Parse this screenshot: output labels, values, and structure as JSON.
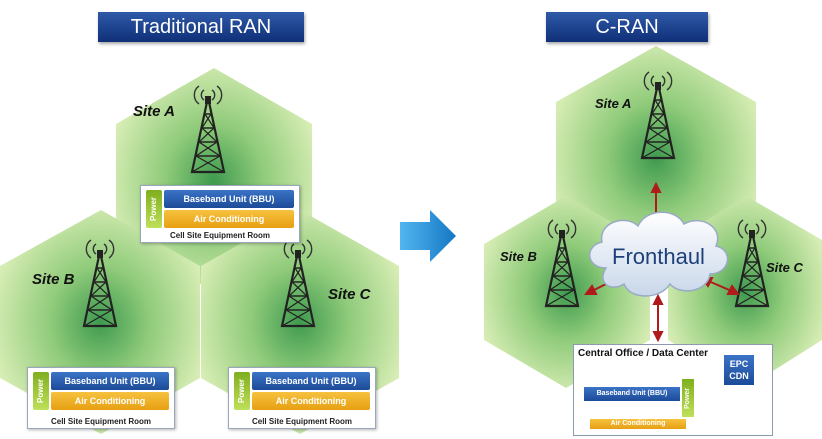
{
  "titles": {
    "left": "Traditional RAN",
    "right": "C-RAN"
  },
  "traditional": {
    "sites": [
      "Site A",
      "Site B",
      "Site C"
    ],
    "room": {
      "power": "Power Supply",
      "bbu": "Baseband Unit (BBU)",
      "ac": "Air Conditioning",
      "label": "Cell Site Equipment Room"
    }
  },
  "cran": {
    "sites": [
      "Site A",
      "Site B",
      "Site C"
    ],
    "fronthaul": "Fronthaul",
    "central_office": {
      "title": "Central Office / Data Center",
      "epc_line1": "EPC",
      "epc_line2": "CDN",
      "bbu": "Baseband Unit (BBU)",
      "ac": "Air Conditioning",
      "power": "Power Supply"
    }
  },
  "colors": {
    "hex_light": "#c9e6a2",
    "hex_center": "#4fa65a",
    "title_bg": "#1a3d85",
    "arrow_blue": "#2a97d8",
    "link_red": "#b11a1a"
  }
}
